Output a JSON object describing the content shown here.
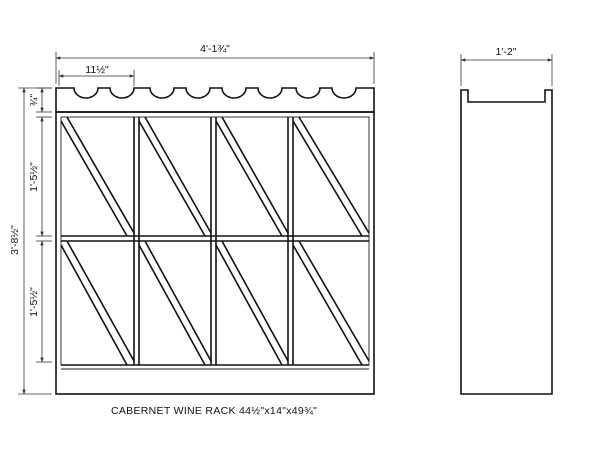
{
  "dimensions": {
    "overall_width": "4'-1¾\"",
    "bottle_spacing": "11½\"",
    "top_rail_height": "¾\"",
    "upper_section_height": "1'-5½\"",
    "overall_height": "3'-8½\"",
    "lower_section_height": "1'-5½\"",
    "side_depth": "1'-2\""
  },
  "caption": "CABERNET WINE RACK 44½\"x14\"x49¾\""
}
